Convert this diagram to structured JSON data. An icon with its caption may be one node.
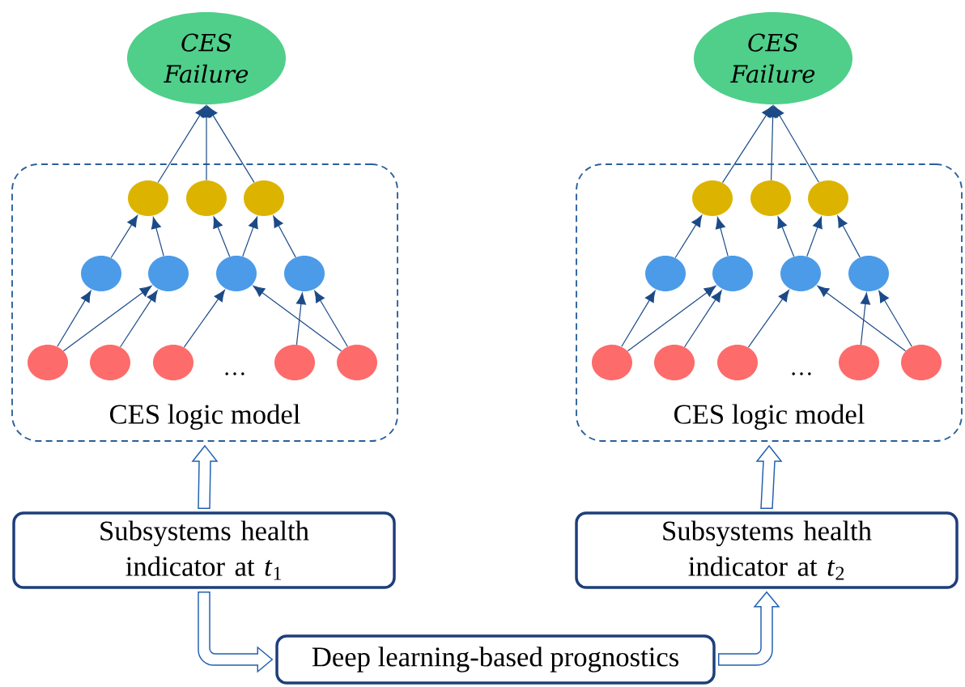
{
  "diagram": {
    "nodes": [
      {
        "text": [
          "CES Failure"
        ]
      },
      {
        "text": [
          "CES logic model"
        ]
      },
      {
        "text": [],
        "shape": "circle",
        "in": 1
      },
      {
        "text": [],
        "shape": "circle",
        "in": 1
      },
      {
        "text": [],
        "shape": "circle",
        "in": 1
      },
      {
        "text": [],
        "shape": "circle",
        "in": 1
      },
      {
        "text": [],
        "shape": "circle",
        "in": 1
      },
      {
        "text": [],
        "shape": "circle",
        "in": 1
      },
      {
        "text": [],
        "shape": "circle",
        "in": 1
      },
      {
        "text": [],
        "shape": "circle",
        "in": 1
      },
      {
        "text": [],
        "shape": "circle",
        "in": 1
      },
      {
        "text": [],
        "shape": "circle",
        "in": 1
      },
      {
        "text": [],
        "shape": "circle",
        "in": 1
      },
      {
        "text": [],
        "shape": "circle",
        "in": 1
      },
      {
        "text": [
          "CES Failure"
        ]
      },
      {
        "text": [
          "CES logic model"
        ]
      },
      {
        "text": [],
        "shape": "circle",
        "in": 15
      },
      {
        "text": [],
        "shape": "circle",
        "in": 15
      },
      {
        "text": [],
        "shape": "circle",
        "in": 15
      },
      {
        "text": [],
        "shape": "circle",
        "in": 15
      },
      {
        "text": [],
        "shape": "circle",
        "in": 15
      },
      {
        "text": [],
        "shape": "circle",
        "in": 15
      },
      {
        "text": [],
        "shape": "circle",
        "in": 15
      },
      {
        "text": [],
        "shape": "circle",
        "in": 15
      },
      {
        "text": [],
        "shape": "circle",
        "in": 15
      },
      {
        "text": [],
        "shape": "circle",
        "in": 15
      },
      {
        "text": [],
        "shape": "circle",
        "in": 15
      },
      {
        "text": [],
        "shape": "circle",
        "in": 15
      },
      {
        "text": [
          "Subsystems health indicator at *t*$_{1}$"
        ]
      },
      {
        "text": [
          "Subsystems health indicator at *t*$_{2}$"
        ]
      },
      {
        "text": [
          "Deep learning-based prognostics"
        ]
      }
    ],
    "edges": [
      {
        "from": 2,
        "to": 0,
        "arrow": "to"
      },
      {
        "from": 3,
        "to": 0,
        "arrow": "to"
      },
      {
        "from": 4,
        "to": 0,
        "arrow": "to"
      },
      {
        "from": 5,
        "to": 2,
        "arrow": "to"
      },
      {
        "from": 6,
        "to": 2,
        "arrow": "to"
      },
      {
        "from": 7,
        "to": 3,
        "arrow": "to"
      },
      {
        "from": 7,
        "to": 4,
        "arrow": "to"
      },
      {
        "from": 8,
        "to": 4,
        "arrow": "to"
      },
      {
        "from": 9,
        "to": 5,
        "arrow": "to"
      },
      {
        "from": 9,
        "to": 6,
        "arrow": "to"
      },
      {
        "from": 10,
        "to": 6,
        "arrow": "to"
      },
      {
        "from": 11,
        "to": 7,
        "arrow": "to"
      },
      {
        "from": 12,
        "to": 8,
        "arrow": "to"
      },
      {
        "from": 13,
        "to": 8,
        "arrow": "to"
      },
      {
        "from": 13,
        "to": 7,
        "arrow": "to"
      },
      {
        "from": 16,
        "to": 14,
        "arrow": "to"
      },
      {
        "from": 17,
        "to": 14,
        "arrow": "to"
      },
      {
        "from": 18,
        "to": 14,
        "arrow": "to"
      },
      {
        "from": 19,
        "to": 16,
        "arrow": "to"
      },
      {
        "from": 20,
        "to": 16,
        "arrow": "to"
      },
      {
        "from": 21,
        "to": 17,
        "arrow": "to"
      },
      {
        "from": 21,
        "to": 18,
        "arrow": "to"
      },
      {
        "from": 22,
        "to": 18,
        "arrow": "to"
      },
      {
        "from": 23,
        "to": 19,
        "arrow": "to"
      },
      {
        "from": 23,
        "to": 20,
        "arrow": "to"
      },
      {
        "from": 24,
        "to": 20,
        "arrow": "to"
      },
      {
        "from": 25,
        "to": 21,
        "arrow": "to"
      },
      {
        "from": 26,
        "to": 22,
        "arrow": "to"
      },
      {
        "from": 27,
        "to": 22,
        "arrow": "to"
      },
      {
        "from": 27,
        "to": 21,
        "arrow": "to"
      },
      {
        "from": 28,
        "to": 1,
        "arrow": "to",
        "style": "thick"
      },
      {
        "from": 29,
        "to": 15,
        "arrow": "to",
        "style": "thick"
      },
      {
        "from": 28,
        "to": 30,
        "arrow": "to",
        "style": "thick"
      },
      {
        "from": 30,
        "to": 29,
        "arrow": "to",
        "style": "thick"
      }
    ],
    "labels": [
      "…",
      "…"
    ]
  }
}
